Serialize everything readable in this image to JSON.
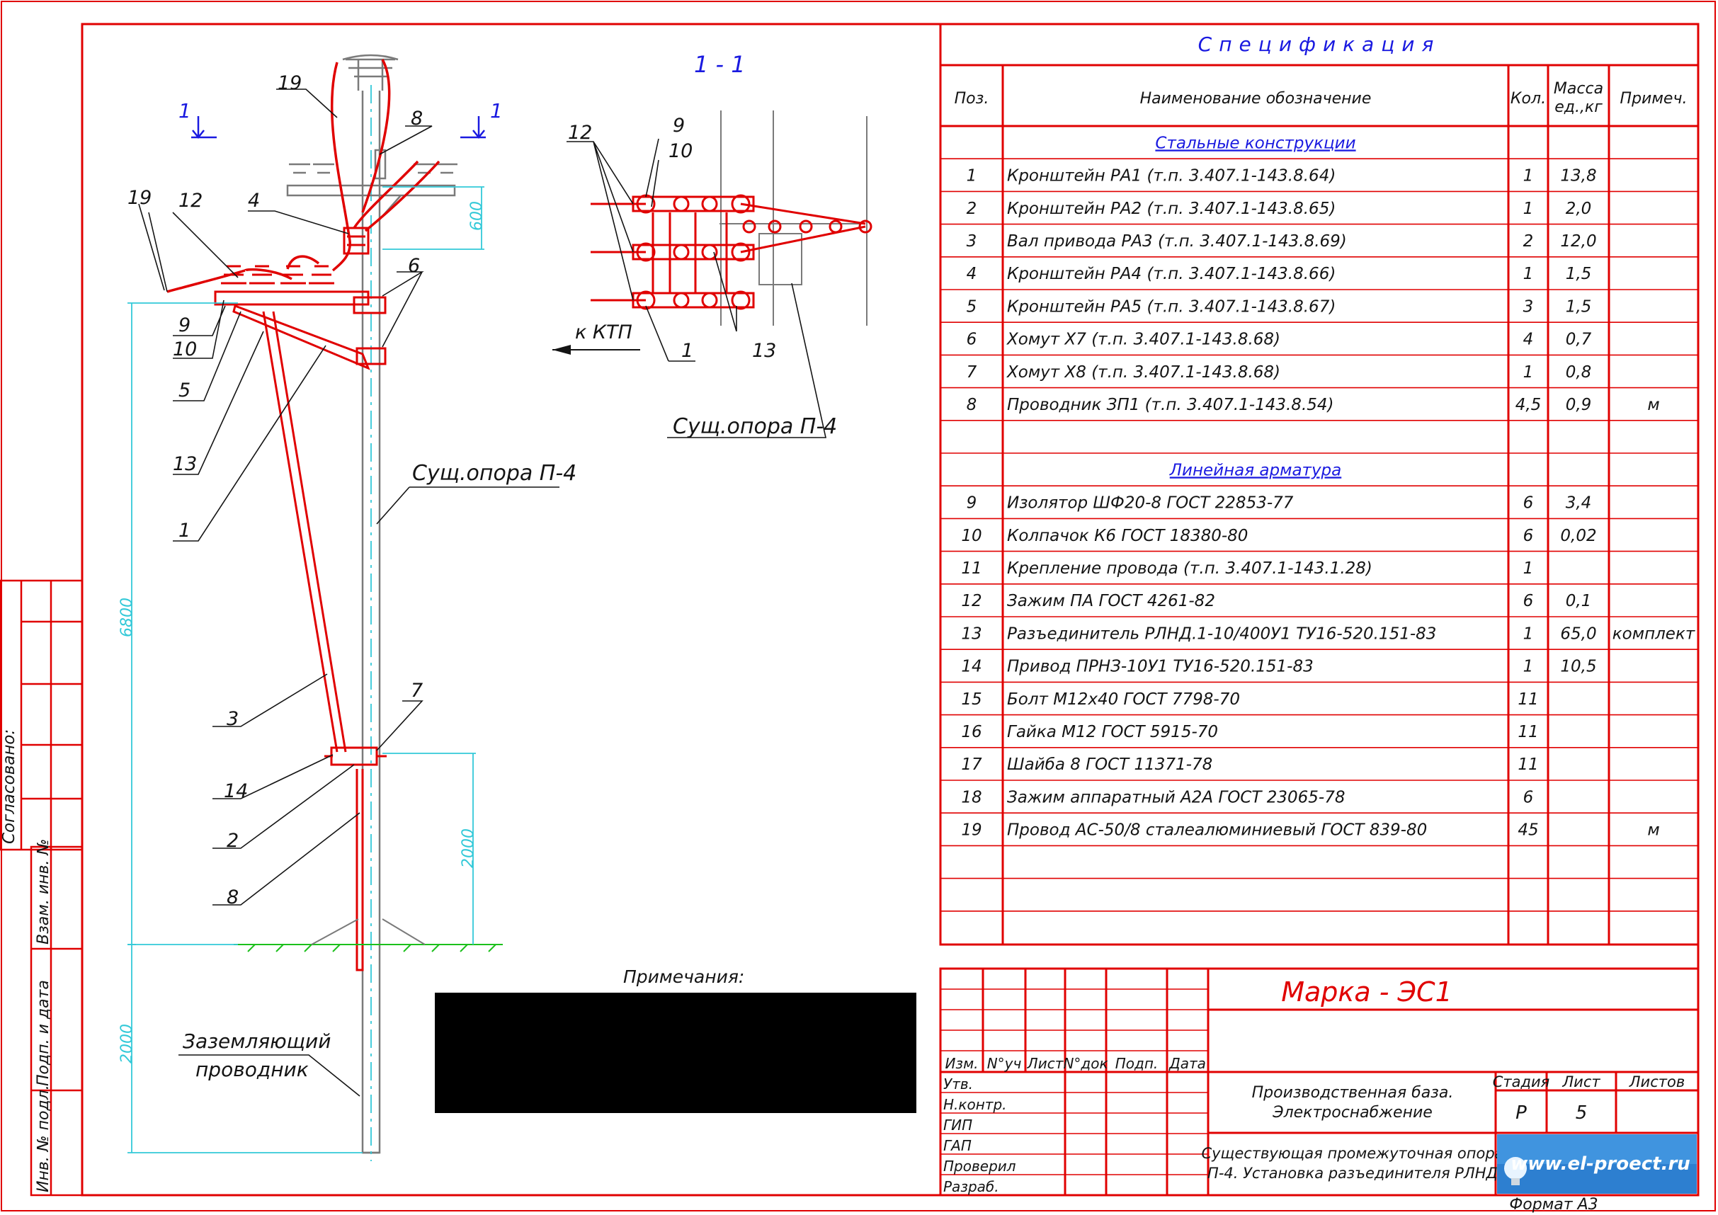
{
  "spec": {
    "title": "Спецификация",
    "headers": {
      "pos": "Поз.",
      "name": "Наименование обозначение",
      "qty": "Кол.",
      "mass": "Масса ед.,кг",
      "note": "Примеч."
    },
    "rows": [
      {
        "section": "Стальные конструкции"
      },
      {
        "pos": "1",
        "name": "Кронштейн РА1 (т.п. 3.407.1-143.8.64)",
        "qty": "1",
        "mass": "13,8",
        "note": ""
      },
      {
        "pos": "2",
        "name": "Кронштейн РА2 (т.п. 3.407.1-143.8.65)",
        "qty": "1",
        "mass": "2,0",
        "note": ""
      },
      {
        "pos": "3",
        "name": "Вал привода РА3 (т.п. 3.407.1-143.8.69)",
        "qty": "2",
        "mass": "12,0",
        "note": ""
      },
      {
        "pos": "4",
        "name": "Кронштейн РА4 (т.п. 3.407.1-143.8.66)",
        "qty": "1",
        "mass": "1,5",
        "note": ""
      },
      {
        "pos": "5",
        "name": "Кронштейн РА5 (т.п. 3.407.1-143.8.67)",
        "qty": "3",
        "mass": "1,5",
        "note": ""
      },
      {
        "pos": "6",
        "name": "Хомут Х7 (т.п. 3.407.1-143.8.68)",
        "qty": "4",
        "mass": "0,7",
        "note": ""
      },
      {
        "pos": "7",
        "name": "Хомут Х8 (т.п. 3.407.1-143.8.68)",
        "qty": "1",
        "mass": "0,8",
        "note": ""
      },
      {
        "pos": "8",
        "name": "Проводник ЗП1 (т.п. 3.407.1-143.8.54)",
        "qty": "4,5",
        "mass": "0,9",
        "note": "м"
      },
      {
        "blank": true
      },
      {
        "section": "Линейная арматура"
      },
      {
        "pos": "9",
        "name": "Изолятор ШФ20-8 ГОСТ 22853-77",
        "qty": "6",
        "mass": "3,4",
        "note": ""
      },
      {
        "pos": "10",
        "name": "Колпачок К6 ГОСТ 18380-80",
        "qty": "6",
        "mass": "0,02",
        "note": ""
      },
      {
        "pos": "11",
        "name": "Крепление провода (т.п. 3.407.1-143.1.28)",
        "qty": "1",
        "mass": "",
        "note": ""
      },
      {
        "pos": "12",
        "name": "Зажим ПА ГОСТ 4261-82",
        "qty": "6",
        "mass": "0,1",
        "note": ""
      },
      {
        "pos": "13",
        "name": "Разъединитель РЛНД.1-10/400У1 ТУ16-520.151-83",
        "qty": "1",
        "mass": "65,0",
        "note": "комплект"
      },
      {
        "pos": "14",
        "name": "Привод ПРНЗ-10У1 ТУ16-520.151-83",
        "qty": "1",
        "mass": "10,5",
        "note": ""
      },
      {
        "pos": "15",
        "name": "Болт М12х40 ГОСТ 7798-70",
        "qty": "11",
        "mass": "",
        "note": ""
      },
      {
        "pos": "16",
        "name": "Гайка М12 ГОСТ 5915-70",
        "qty": "11",
        "mass": "",
        "note": ""
      },
      {
        "pos": "17",
        "name": "Шайба 8 ГОСТ 11371-78",
        "qty": "11",
        "mass": "",
        "note": ""
      },
      {
        "pos": "18",
        "name": "Зажим аппаратный А2А ГОСТ 23065-78",
        "qty": "6",
        "mass": "",
        "note": ""
      },
      {
        "pos": "19",
        "name": "Провод АС-50/8 сталеалюминиевый ГОСТ 839-80",
        "qty": "45",
        "mass": "",
        "note": "м"
      },
      {
        "blank": true
      },
      {
        "blank": true
      },
      {
        "blank": true
      }
    ]
  },
  "drawing": {
    "section_mark": "1",
    "section_title": "1 - 1",
    "pole_label": "Сущ.опора П-4",
    "ground_label_1": "Заземляющий",
    "ground_label_2": "проводник",
    "to_ktp": "к КТП",
    "notes_label": "Примечания:",
    "dim_600": "600",
    "dim_6800": "6800",
    "dim_2000_top": "2000",
    "dim_2000_bottom": "2000",
    "callouts_main": [
      "19",
      "12",
      "4",
      "8",
      "6",
      "9",
      "10",
      "5",
      "13",
      "1",
      "3",
      "14",
      "2",
      "8",
      "7"
    ],
    "callouts_section": [
      "12",
      "9",
      "10",
      "1",
      "13"
    ]
  },
  "side_stamp": {
    "agreed": "Согласовано:",
    "inv_zam": "Взам. инв. №",
    "sign_date": "Подп. и дата",
    "inv_podl": "Инв. № подл."
  },
  "title_block": {
    "mark": "Марка - ЭС1",
    "col_headers": [
      "Изм.",
      "N°уч",
      "Лист",
      "N°док",
      "Подп.",
      "Дата"
    ],
    "roles": [
      "Утв.",
      "Н.контр.",
      "ГИП",
      "ГАП",
      "Проверил",
      "Разраб."
    ],
    "project_1": "Производственная база.",
    "project_2": "Электроснабжение",
    "stage_h": "Стадия",
    "sheet_h": "Лист",
    "sheets_h": "Листов",
    "stage": "Р",
    "sheet": "5",
    "sheets": "",
    "desc_1": "Существующая промежуточная опора",
    "desc_2": "П-4. Установка разъединителя РЛНД",
    "logo": "www.el-proect.ru",
    "format": "Формат А3"
  },
  "colors": {
    "frame": "#e00000",
    "dim": "#33c9d8",
    "section": "#1a1ae0",
    "ground": "#1cc01c"
  }
}
